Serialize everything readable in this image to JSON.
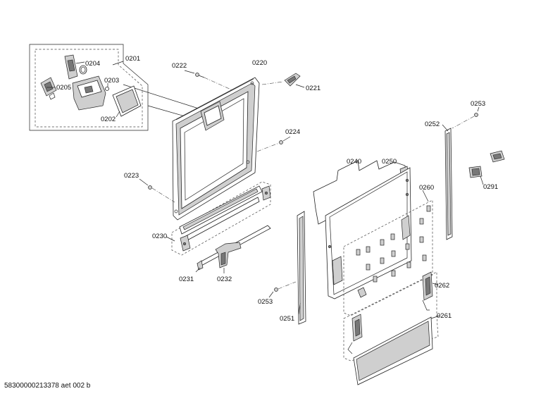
{
  "labels": {
    "p0201": "0201",
    "p0202": "0202",
    "p0203": "0203",
    "p0204": "0204",
    "p0205": "0205",
    "p0220": "0220",
    "p0221": "0221",
    "p0222": "0222",
    "p0223": "0223",
    "p0224": "0224",
    "p0230": "0230",
    "p0231": "0231",
    "p0232": "0232",
    "p0240": "0240",
    "p0250": "0250",
    "p0251": "0251",
    "p0252": "0252",
    "p0253a": "0253",
    "p0253b": "0253",
    "p0260": "0260",
    "p0261": "0261",
    "p0262": "0262",
    "p0291": "0291"
  },
  "footer": "58300000213378 aet 002 b"
}
